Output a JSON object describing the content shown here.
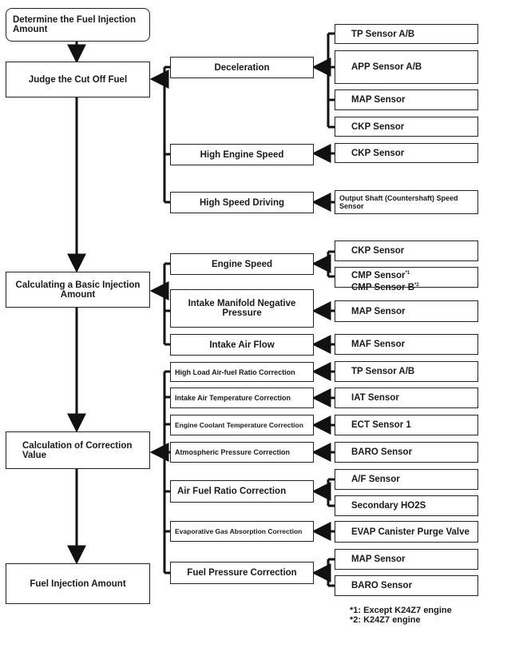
{
  "steps": {
    "determine": "Determine the Fuel Injection Amount",
    "cutoff": "Judge the Cut Off Fuel",
    "basic": "Calculating a Basic Injection Amount",
    "correction": "Calculation of Correction Value",
    "amount": "Fuel Injection Amount"
  },
  "conditions": {
    "deceleration": "Deceleration",
    "high_engine_speed": "High Engine Speed",
    "high_speed_driving": "High Speed Driving",
    "engine_speed": "Engine Speed",
    "intake_manifold": "Intake Manifold Negative Pressure",
    "intake_air_flow": "Intake Air Flow",
    "high_load_af": "High Load Air-fuel Ratio Correction",
    "intake_air_temp": "Intake Air Temperature Correction",
    "coolant_temp": "Engine Coolant Temperature Correction",
    "atmospheric": "Atmospheric Pressure Correction",
    "af_ratio": "Air Fuel Ratio Correction",
    "evap_gas": "Evaporative Gas Absorption Correction",
    "fuel_pressure": "Fuel Pressure Correction"
  },
  "sensors": {
    "tp_ab_1": "TP Sensor A/B",
    "app_ab": "APP Sensor A/B",
    "map_1": "MAP Sensor",
    "ckp_1": "CKP Sensor",
    "ckp_2": "CKP Sensor",
    "output_shaft": "Output Shaft (Countershaft) Speed Sensor",
    "ckp_3": "CKP Sensor",
    "cmp_1_label": "CMP Sensor",
    "cmp_1_mark": "*1",
    "cmp_2_label": "CMP Sensor B",
    "cmp_2_mark": "*2",
    "map_2": "MAP Sensor",
    "maf": "MAF Sensor",
    "tp_ab_2": "TP Sensor A/B",
    "iat": "IAT Sensor",
    "ect1": "ECT Sensor 1",
    "baro_1": "BARO Sensor",
    "af": "A/F Sensor",
    "ho2s": "Secondary HO2S",
    "evap": "EVAP Canister Purge Valve",
    "map_3": "MAP Sensor",
    "baro_2": "BARO Sensor"
  },
  "notes": {
    "note1": "*1: Except K24Z7 engine",
    "note2": "*2: K24Z7 engine"
  }
}
